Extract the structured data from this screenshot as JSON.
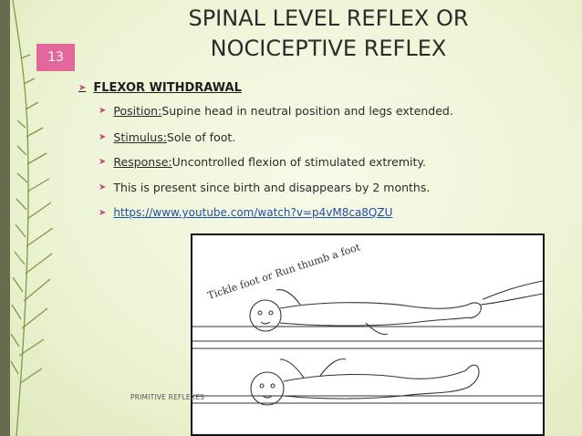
{
  "slide_number": "13",
  "title": "SPINAL LEVEL REFLEX OR NOCICEPTIVE REFLEX",
  "heading": "FLEXOR WITHDRAWAL",
  "bullets": [
    {
      "label": "Position:",
      "text": " Supine head in neutral position and legs extended."
    },
    {
      "label": "Stimulus:",
      "text": " Sole of foot."
    },
    {
      "label": "Response:",
      "text": " Uncontrolled flexion of stimulated extremity."
    },
    {
      "label": "",
      "text": "This is present since birth and disappears by 2 months."
    }
  ],
  "link": "https://www.youtube.com/watch?v=p4vM8ca8QZU",
  "image_caption": "Tickle foot or Run thumb a foot",
  "footer": "PRIMITIVE REFLEXES"
}
